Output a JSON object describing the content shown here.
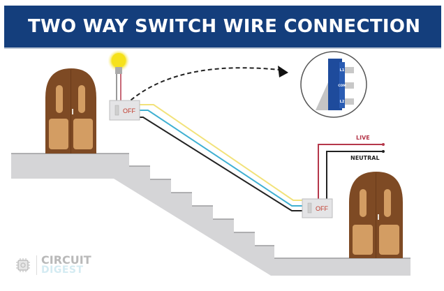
{
  "header": {
    "title": "TWO WAY SWITCH WIRE CONNECTION",
    "background_color": "#143e7c"
  },
  "switches": [
    {
      "id": "top-switch",
      "state_label": "OFF"
    },
    {
      "id": "bottom-switch",
      "state_label": "OFF"
    }
  ],
  "supply_lines": {
    "live_label": "LIVE",
    "neutral_label": "NEUTRAL",
    "live_color": "#b5374a",
    "neutral_color": "#222222"
  },
  "traveler_wires": {
    "colors": [
      "#f2e27a",
      "#3fb0d2",
      "#222222"
    ]
  },
  "switch_detail": {
    "terminals": [
      "L1",
      "COM",
      "L2"
    ],
    "body_color": "#1e4b9c"
  },
  "lamp": {
    "name": "light bulb",
    "glow_color": "#f5e11b"
  },
  "doors": [
    "top-floor-door",
    "bottom-floor-door"
  ],
  "logo": {
    "line1": "CIRCUIT",
    "line2": "DIGEST"
  }
}
